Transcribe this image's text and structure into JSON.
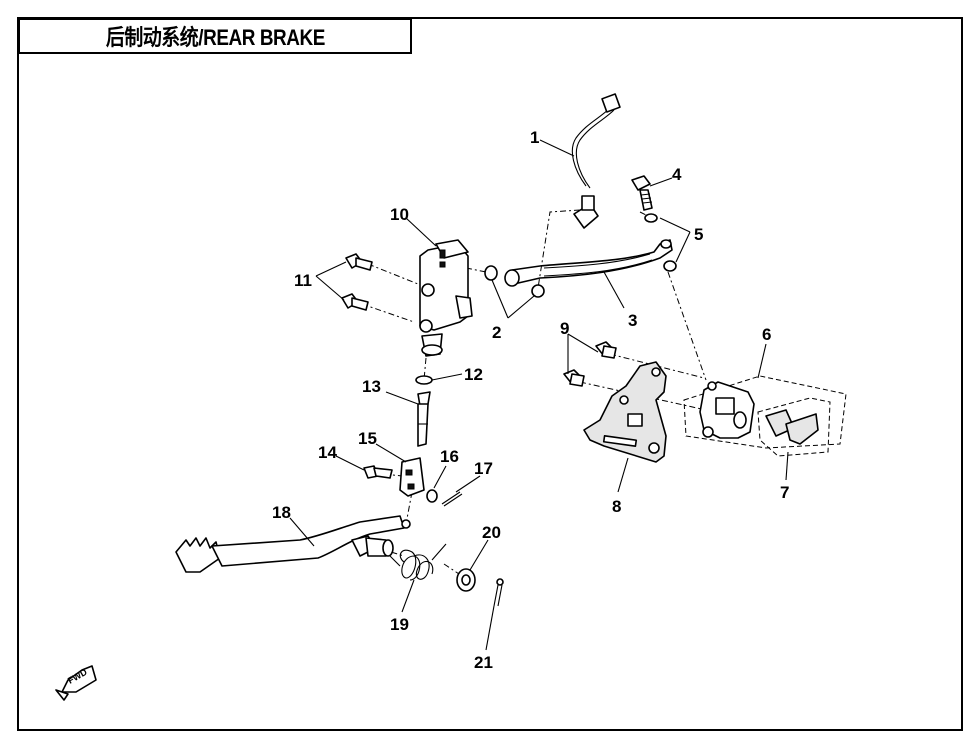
{
  "header": {
    "title": "后制动系统/REAR BRAKE"
  },
  "diagram": {
    "labels": [
      "1",
      "2",
      "3",
      "4",
      "5",
      "6",
      "7",
      "8",
      "9",
      "10",
      "11",
      "12",
      "13",
      "14",
      "15",
      "16",
      "17",
      "18",
      "19",
      "20",
      "21"
    ],
    "fwd_icon": "forward-arrow-icon",
    "fwd_text": "FWD"
  }
}
